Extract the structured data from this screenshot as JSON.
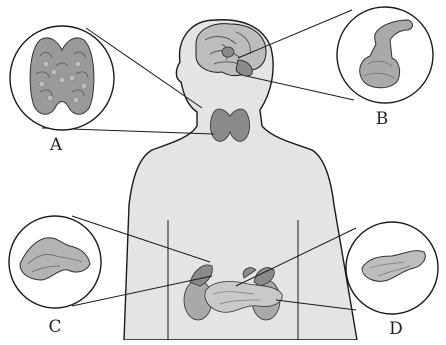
{
  "labels": {
    "a": "A",
    "b": "B",
    "c": "C",
    "d": "D"
  },
  "colors": {
    "body_fill": "#e4e4e4",
    "outline": "#1a1a1a",
    "organ_dark": "#8a8a8a",
    "organ_mid": "#a9a9a9",
    "organ_light": "#c9c9c9",
    "brain": "#bdbdbd"
  },
  "icons": {
    "thyroid_closeup": "thyroid-gland-icon",
    "pituitary_closeup": "pituitary-gland-icon",
    "adrenal_closeup": "adrenal-gland-icon",
    "pancreas_closeup": "pancreas-icon"
  }
}
